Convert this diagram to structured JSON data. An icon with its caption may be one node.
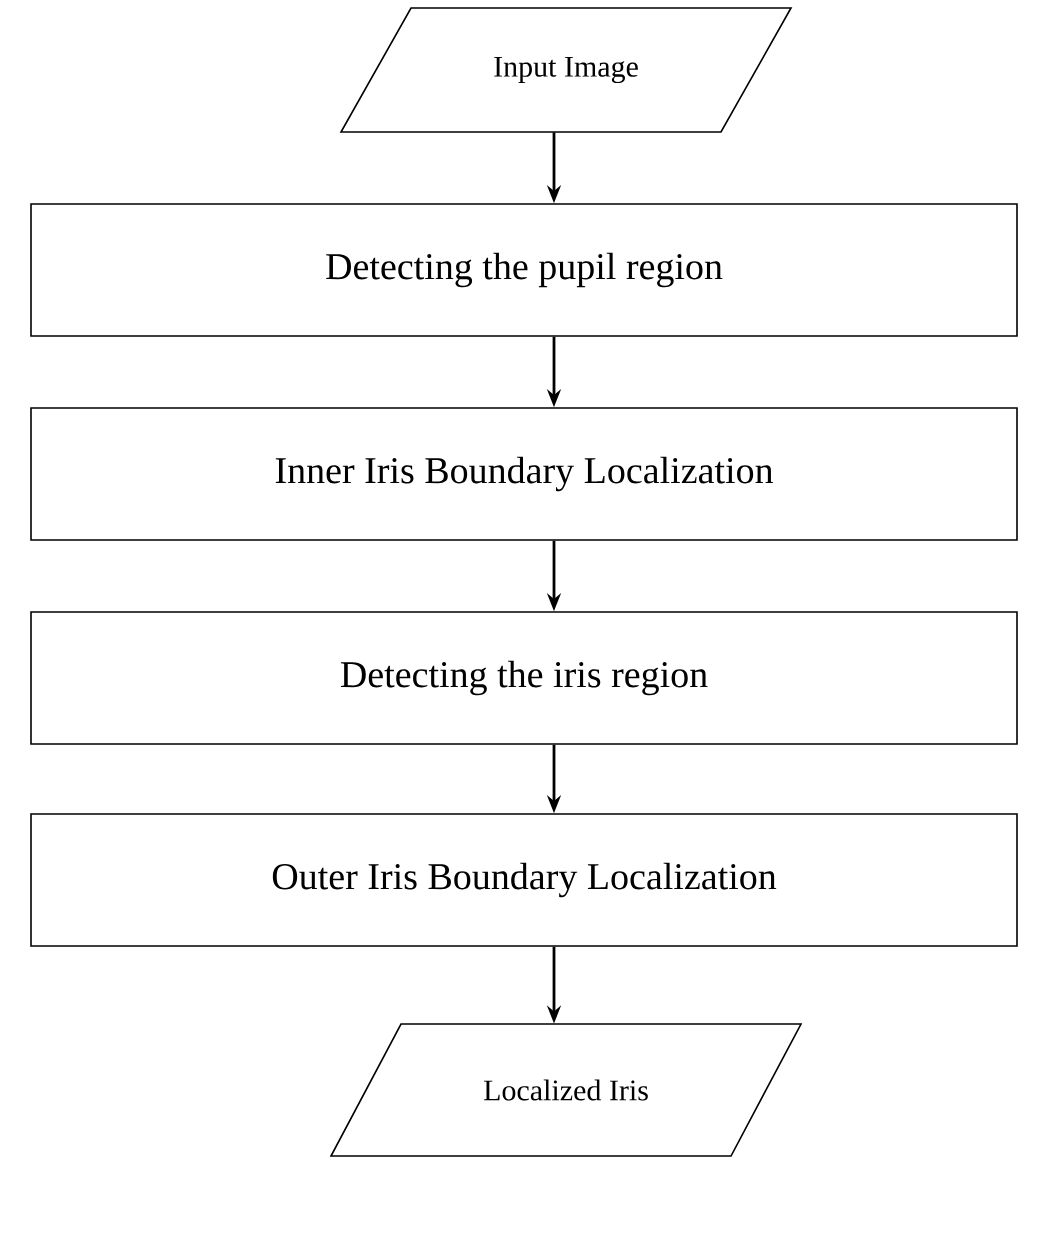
{
  "diagram": {
    "nodes": [
      {
        "text": [
          "Input Image"
        ]
      },
      {
        "text": [
          "Detecting the pupil region"
        ]
      },
      {
        "text": [
          "Inner Iris Boundary Localization"
        ]
      },
      {
        "text": [
          "Detecting the iris region"
        ]
      },
      {
        "text": [
          "Outer Iris Boundary Localization"
        ]
      },
      {
        "text": [
          "Localized Iris"
        ]
      }
    ],
    "edges": [
      {
        "from": 0,
        "to": 1,
        "arrow": "to"
      },
      {
        "from": 1,
        "to": 2,
        "arrow": "to"
      },
      {
        "from": 2,
        "to": 3,
        "arrow": "to"
      },
      {
        "from": 3,
        "to": 4,
        "arrow": "to"
      },
      {
        "from": 4,
        "to": 5,
        "arrow": "to"
      }
    ]
  }
}
